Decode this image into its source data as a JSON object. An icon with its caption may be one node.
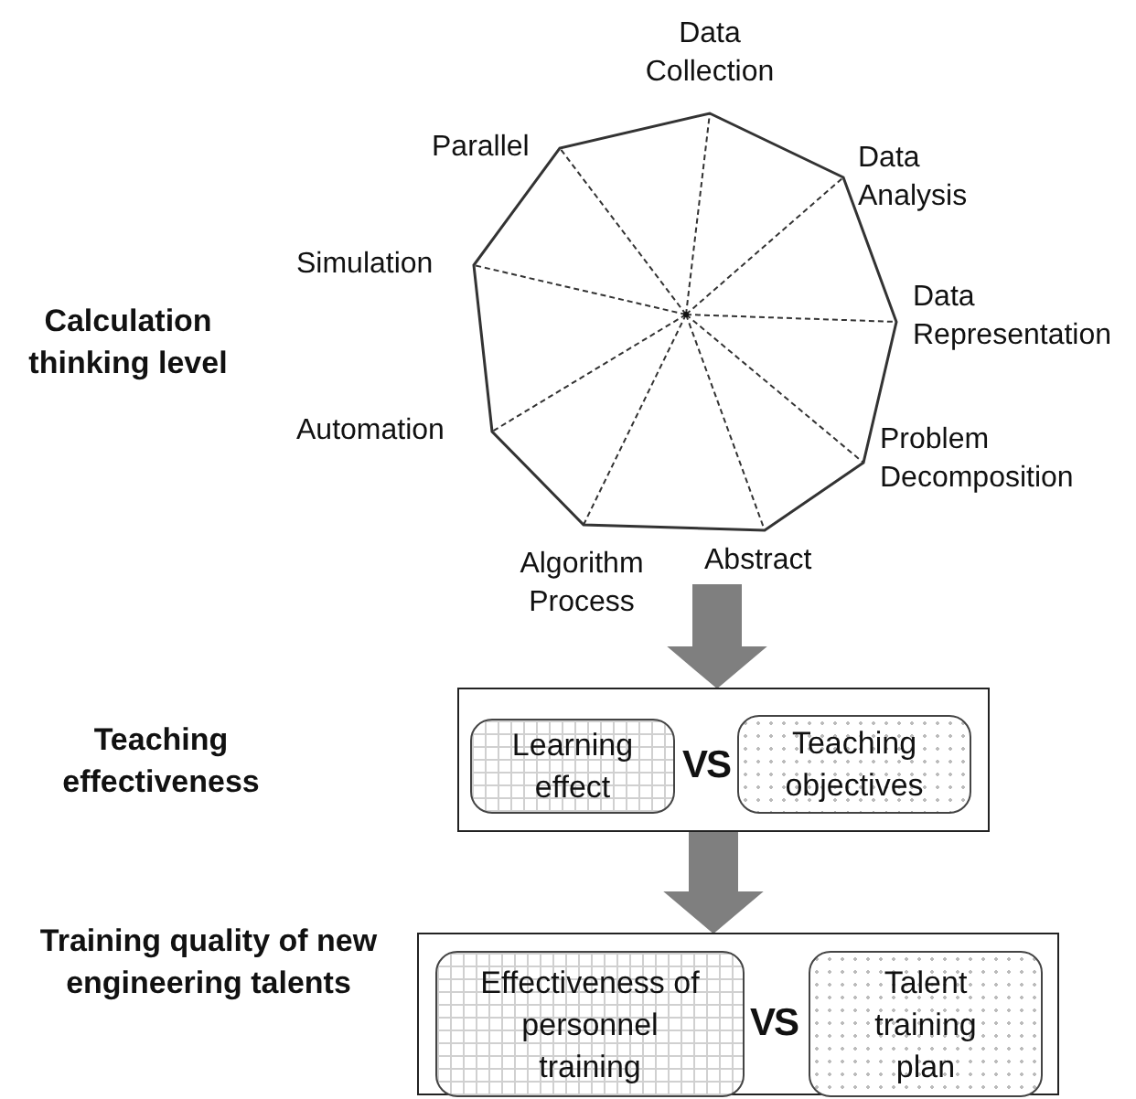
{
  "diagram": {
    "nodes": [
      {
        "text": [],
        "shape": "polygon",
        "beside": [
          "Data Collection",
          "Data Analysis",
          "Data Representation",
          "Problem Decomposition",
          "Abstract",
          "Algorithm Process",
          "Automation",
          "Simulation",
          "Parallel"
        ]
      },
      {
        "text": [],
        "shape": "box"
      },
      {
        "text": [
          "Learning effect"
        ],
        "in": 1
      },
      {
        "text": [
          "Teaching objectives"
        ],
        "in": 1
      },
      {
        "text": [],
        "shape": "box"
      },
      {
        "text": [
          "Effectiveness of personnel training"
        ],
        "in": 4
      },
      {
        "text": [
          "Talent training plan"
        ],
        "in": 4
      }
    ],
    "edges": [
      {
        "from": 0,
        "to": 1,
        "arrow": "to",
        "style": "thick"
      },
      {
        "from": 1,
        "to": 4,
        "arrow": "to",
        "style": "thick"
      }
    ],
    "labels": [
      "Calculation thinking level",
      "Teaching effectiveness",
      "VS",
      "Training quality of new engineering talents",
      "VS"
    ]
  }
}
